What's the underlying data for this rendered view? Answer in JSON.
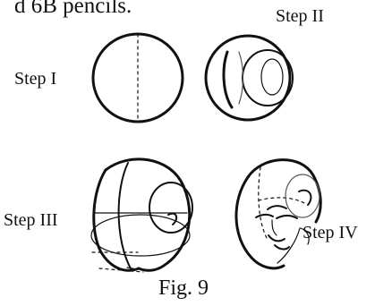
{
  "document": {
    "top_text": "d 6B pencils.",
    "labels": {
      "step1": "Step I",
      "step2": "Step II",
      "step3": "Step III",
      "step4": "Step IV"
    },
    "caption": "Fig. 9"
  }
}
